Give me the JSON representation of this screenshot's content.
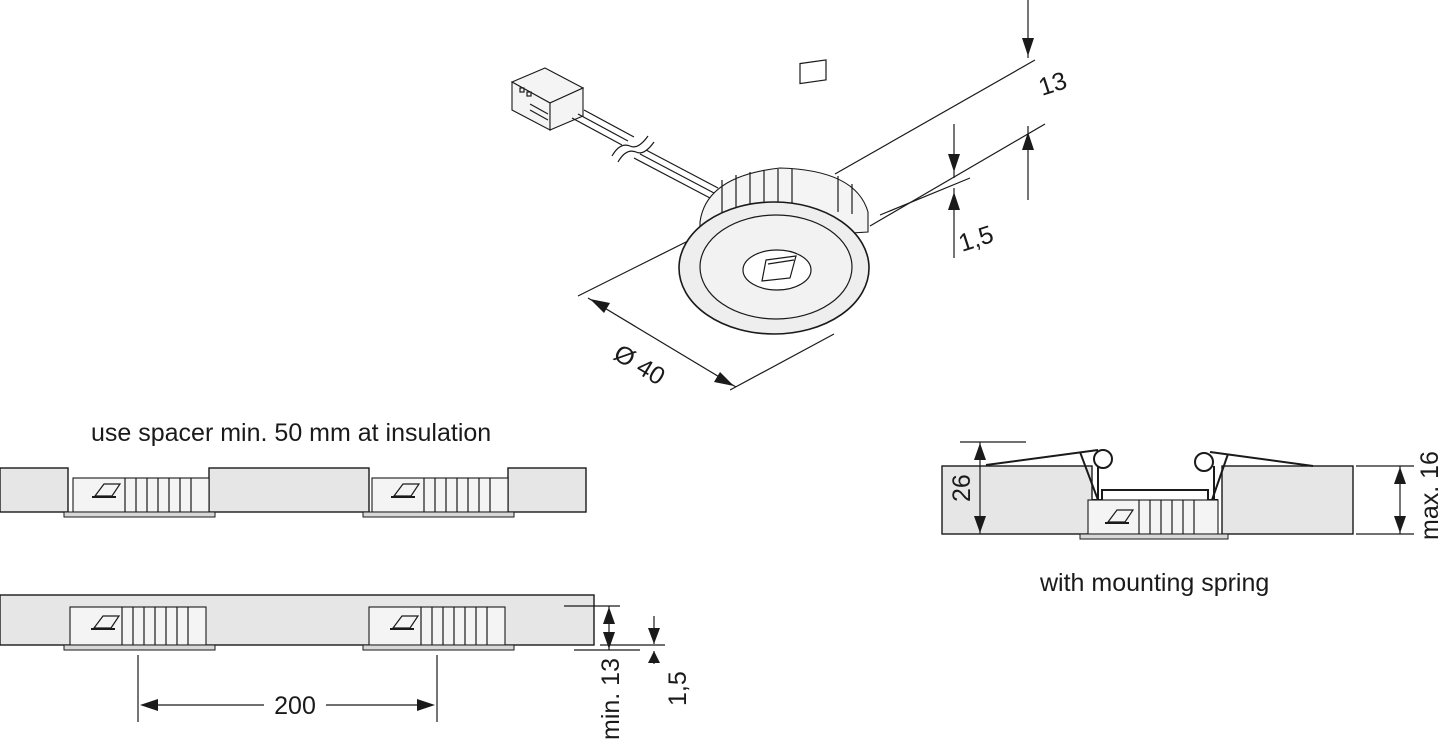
{
  "labels": {
    "dim_13_top": "13",
    "dim_1_5_top": "1,5",
    "dim_diameter": "Ø 40",
    "note_spacer": "use spacer min. 50 mm at insulation",
    "dim_200": "200",
    "dim_min_13": "min. 13",
    "dim_1_5_bottom": "1,5",
    "dim_26": "26",
    "dim_max_16": "max. 16",
    "note_spring": "with mounting spring"
  },
  "colors": {
    "line": "#1a1a1a",
    "panel_fill": "#e6e6e6",
    "body_fill": "#f4f4f4",
    "background": "#ffffff"
  }
}
